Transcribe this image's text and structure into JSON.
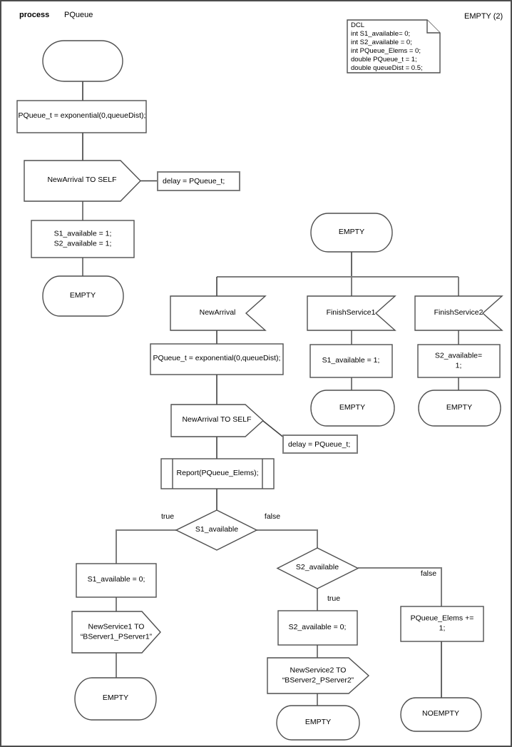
{
  "header": {
    "keyword": "process",
    "process_name": "PQueue",
    "page_label": "EMPTY (2)"
  },
  "declarations": {
    "lines": [
      "DCL",
      "int S1_available= 0;",
      "int S2_available = 0;",
      "int PQueue_Elems = 0;",
      "double PQueue_t = 1;",
      "double queueDist = 0.5;"
    ]
  },
  "colors": {
    "connector": "#7d7d7d",
    "shape_border": "#4f4f4f",
    "text": "#000000",
    "canvas_border": "#4d4d4d",
    "background": "#ffffff"
  },
  "nodes": {
    "set_timer_top": {
      "label": "PQueue_t = exponential(0,queueDist);"
    },
    "send_newarrival_top": {
      "label": "NewArrival TO SELF"
    },
    "comment_delay_top": {
      "label": "delay = PQueue_t;"
    },
    "init_flags": {
      "label": "S1_available = 1;\nS2_available = 1;"
    },
    "state_empty_left": {
      "label": "EMPTY"
    },
    "state_empty_main": {
      "label": "EMPTY"
    },
    "input_newarrival": {
      "label": "NewArrival"
    },
    "input_finishservice1": {
      "label": "FinishService1"
    },
    "input_finishservice2": {
      "label": "FinishService2"
    },
    "set_timer_mid": {
      "label": "PQueue_t = exponential(0,queueDist);"
    },
    "send_newarrival_mid": {
      "label": "NewArrival TO SELF"
    },
    "comment_delay_mid": {
      "label": "delay = PQueue_t;"
    },
    "call_report": {
      "label": "Report(PQueue_Elems);"
    },
    "set_s1_available_1": {
      "label": "S1_available = 1;"
    },
    "set_s2_available_1": {
      "label": "S2_available= 1;"
    },
    "state_empty_fs1": {
      "label": "EMPTY"
    },
    "state_empty_fs2": {
      "label": "EMPTY"
    },
    "decision_s1": {
      "label": "S1_available",
      "true_label": "true",
      "false_label": "false"
    },
    "set_s1_available_0": {
      "label": "S1_available = 0;"
    },
    "send_newservice1": {
      "label": "NewService1 TO\n“BServer1_PServer1”"
    },
    "state_empty_ns1": {
      "label": "EMPTY"
    },
    "decision_s2": {
      "label": "S2_available",
      "true_label": "true",
      "false_label": "false"
    },
    "set_s2_available_0": {
      "label": "S2_available = 0;"
    },
    "send_newservice2": {
      "label": "NewService2 TO\n“BServer2_PServer2”"
    },
    "state_empty_ns2": {
      "label": "EMPTY"
    },
    "increment_queue": {
      "label": "PQueue_Elems += 1;"
    },
    "state_noempty": {
      "label": "NOEMPTY"
    }
  }
}
